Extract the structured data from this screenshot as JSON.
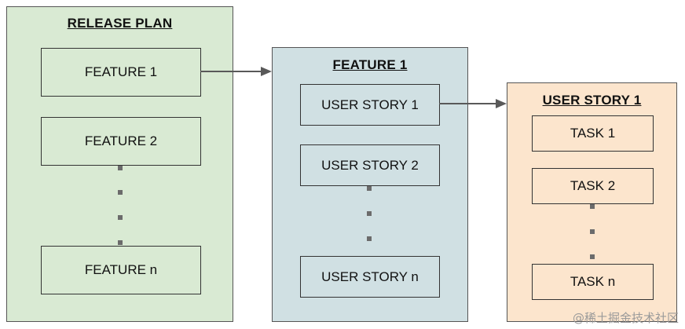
{
  "colors": {
    "release_panel": "#d9ead3",
    "feature_panel": "#d0e0e3",
    "story_panel": "#fce5cd",
    "arrow": "#595959"
  },
  "release_plan": {
    "title": "RELEASE PLAN",
    "items": [
      "FEATURE 1",
      "FEATURE 2",
      "FEATURE n"
    ]
  },
  "feature": {
    "title": "FEATURE 1",
    "items": [
      "USER STORY 1",
      "USER STORY 2",
      "USER STORY n"
    ]
  },
  "user_story": {
    "title": "USER STORY 1",
    "items": [
      "TASK 1",
      "TASK 2",
      "TASK n"
    ]
  },
  "watermark": "@稀土掘金技术社区"
}
